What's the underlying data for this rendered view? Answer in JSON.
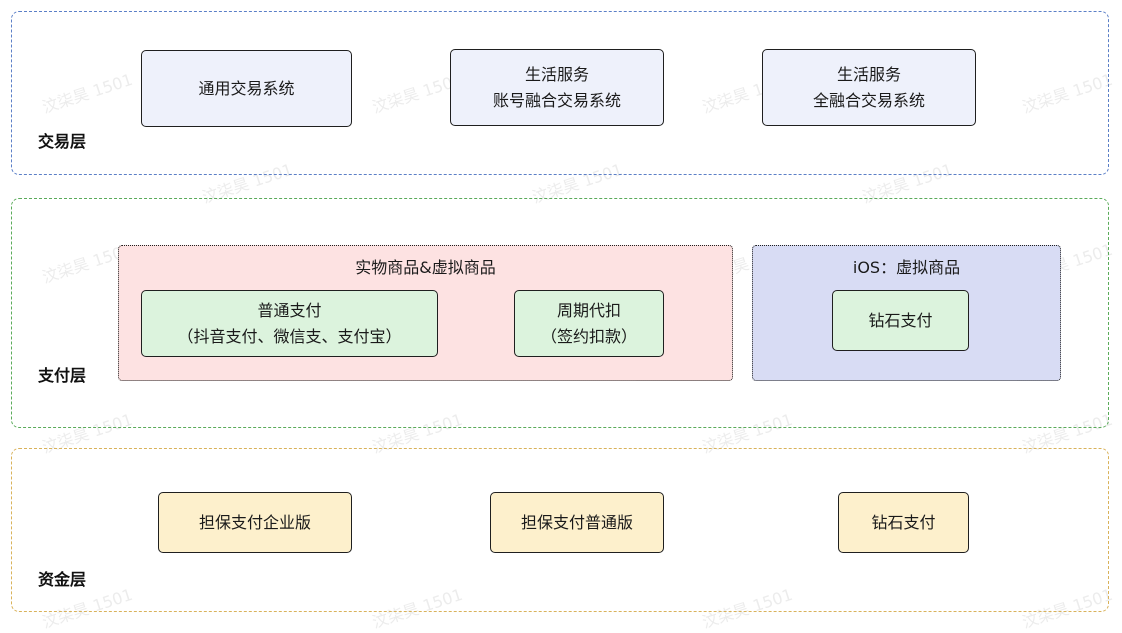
{
  "watermark": "汶柒昊 1501",
  "layers": {
    "trade": {
      "label": "交易层",
      "nodes": [
        {
          "lines": [
            "通用交易系统"
          ]
        },
        {
          "lines": [
            "生活服务",
            "账号融合交易系统"
          ]
        },
        {
          "lines": [
            "生活服务",
            "全融合交易系统"
          ]
        }
      ]
    },
    "pay": {
      "label": "支付层",
      "groups": {
        "physical": {
          "title": "实物商品&虚拟商品",
          "nodes": [
            {
              "lines": [
                "普通支付",
                "（抖音支付、微信支、支付宝）"
              ]
            },
            {
              "lines": [
                "周期代扣",
                "（签约扣款）"
              ]
            }
          ]
        },
        "ios": {
          "title": "iOS：虚拟商品",
          "nodes": [
            {
              "lines": [
                "钻石支付"
              ]
            }
          ]
        }
      }
    },
    "fund": {
      "label": "资金层",
      "nodes": [
        {
          "lines": [
            "担保支付企业版"
          ]
        },
        {
          "lines": [
            "担保支付普通版"
          ]
        },
        {
          "lines": [
            "钻石支付"
          ]
        }
      ]
    }
  },
  "colors": {
    "trade_border": "#5b7fc7",
    "pay_border": "#5aab5a",
    "fund_border": "#d9b25a",
    "node_blue": "#eef1fb",
    "node_green": "#dcf3dd",
    "node_yellow": "#fdf0cc",
    "group_physical": "#fde2e2",
    "group_ios": "#d8dcf4"
  }
}
